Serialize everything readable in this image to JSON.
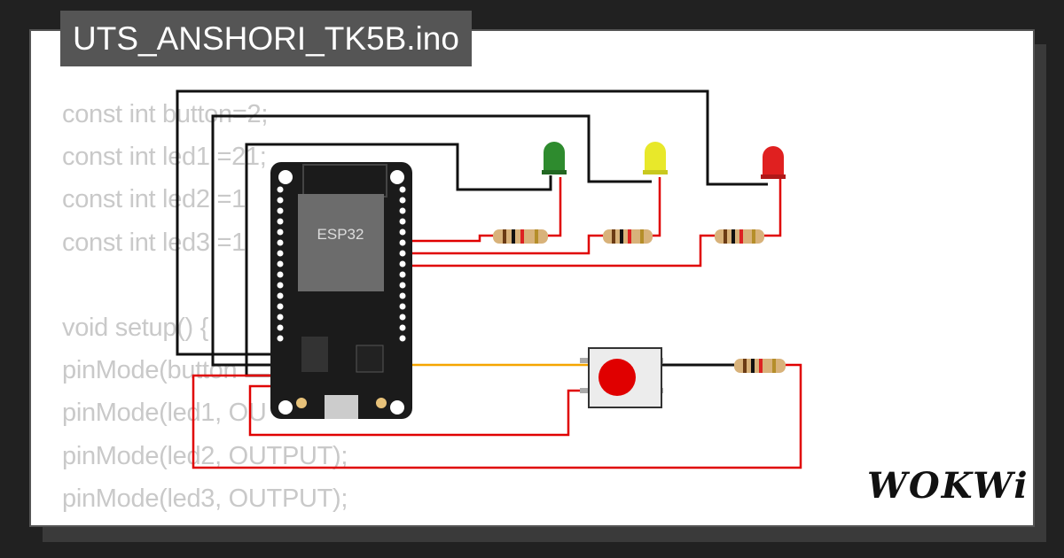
{
  "title": "UTS_ANSHORI_TK5B.ino",
  "code_lines": [
    "const int button=2;",
    "const int led1 =21;",
    "const int led2 =1",
    "const int led3 =1",
    "",
    "void setup() {",
    "pinMode(button",
    "pinMode(led1, OU",
    "pinMode(led2, OUTPUT);",
    "pinMode(led3, OUTPUT);",
    "}"
  ],
  "board": {
    "label": "ESP32"
  },
  "leds": [
    {
      "name": "green",
      "color": "#2e8b2e"
    },
    {
      "name": "yellow",
      "color": "#e8e82a"
    },
    {
      "name": "red",
      "color": "#e02020"
    }
  ],
  "brand": "WOKWi",
  "colors": {
    "wire_black": "#111111",
    "wire_red": "#e00000",
    "wire_orange": "#f5a500",
    "background": "#212121"
  }
}
